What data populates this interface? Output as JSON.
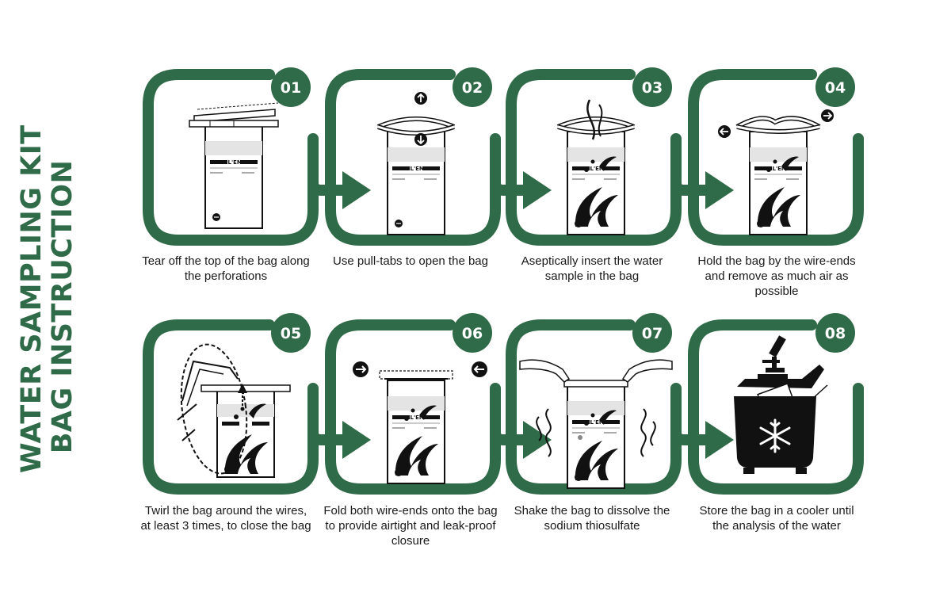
{
  "title": {
    "line1": "WATER SAMPLING KIT",
    "line2": "BAG INSTRUCTION"
  },
  "colors": {
    "accent": "#2f6b48",
    "text": "#1a1a1a"
  },
  "bag_label": "TWIRL'EM",
  "steps": [
    {
      "number": "01",
      "caption": "Tear off the top of the bag along the perforations",
      "icon": "bag-tear-icon"
    },
    {
      "number": "02",
      "caption": "Use pull-tabs to open the bag",
      "icon": "bag-open-icon"
    },
    {
      "number": "03",
      "caption": "Aseptically insert the water sample in the bag",
      "icon": "bag-fill-icon"
    },
    {
      "number": "04",
      "caption": "Hold the bag by the wire-ends and remove as much air as possible",
      "icon": "bag-remove-air-icon"
    },
    {
      "number": "05",
      "caption": "Twirl the bag around the wires, at least 3 times, to close the bag",
      "icon": "bag-twirl-icon"
    },
    {
      "number": "06",
      "caption": "Fold both wire-ends onto the bag to provide airtight and leak-proof closure",
      "icon": "bag-fold-icon"
    },
    {
      "number": "07",
      "caption": "Shake the bag to dissolve the sodium thiosulfate",
      "icon": "bag-shake-icon"
    },
    {
      "number": "08",
      "caption": "Store the bag in a cooler until the analysis of the water",
      "icon": "cooler-microscope-icon"
    }
  ]
}
